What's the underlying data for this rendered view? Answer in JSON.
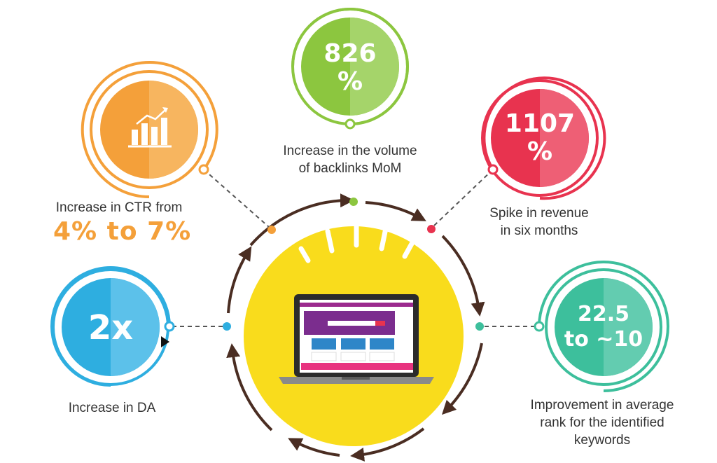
{
  "colors": {
    "orange": "#f4a03a",
    "green": "#8cc63f",
    "red": "#e8334f",
    "blue": "#2eaee0",
    "teal": "#3dbf9c",
    "yellow": "#f9dc1c",
    "arrow": "#4a2d22",
    "text": "#333333"
  },
  "metrics": {
    "ctr": {
      "label_line1": "Increase in CTR from",
      "highlight": "4% to 7%",
      "icon": "bar-chart-trend-icon"
    },
    "backlinks": {
      "value_line1": "826",
      "value_line2": "%",
      "label_line1": "Increase in the volume",
      "label_line2": "of backlinks MoM"
    },
    "revenue": {
      "value_line1": "1107",
      "value_line2": "%",
      "label_line1": "Spike in revenue",
      "label_line2": "in six months"
    },
    "da": {
      "value": "2x",
      "label": "Increase in DA"
    },
    "rank": {
      "value_line1": "22.5",
      "value_line2": "to ~10",
      "label_line1": "Improvement in average",
      "label_line2": "rank for the identified",
      "label_line3": "keywords"
    }
  },
  "center": {
    "icon": "laptop-icon"
  }
}
